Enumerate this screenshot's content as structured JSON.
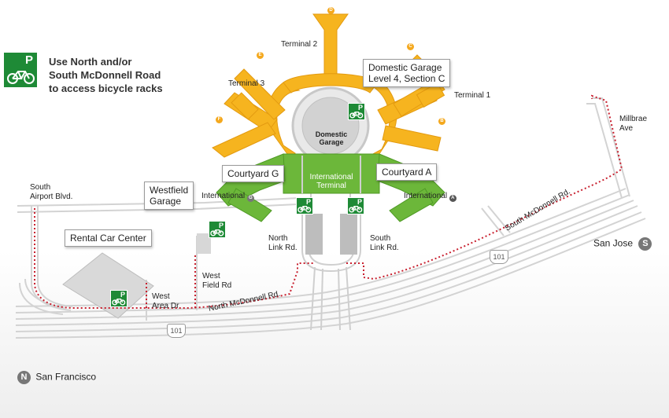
{
  "legend": {
    "line1": "Use North and/or",
    "line2": "South McDonnell Road",
    "line3": "to access bicycle racks",
    "icon": "bike-parking-icon"
  },
  "terminals": {
    "t1": "Terminal 1",
    "t2": "Terminal 2",
    "t3": "Terminal 3",
    "intl": "International Terminal",
    "intl_left": "International",
    "intl_right": "International",
    "intl_left_badge": "G",
    "intl_right_badge": "A"
  },
  "gates": [
    "D",
    "C",
    "E",
    "F",
    "B"
  ],
  "domestic_garage": {
    "line1": "Domestic",
    "line2": "Garage"
  },
  "callouts": {
    "domestic": {
      "line1": "Domestic Garage",
      "line2": "Level 4, Section C"
    },
    "courtyard_g": "Courtyard G",
    "courtyard_a": "Courtyard A",
    "westfield": {
      "line1": "Westfield",
      "line2": "Garage"
    },
    "rental": "Rental Car Center"
  },
  "roads": {
    "south_airport": {
      "line1": "South",
      "line2": "Airport Blvd."
    },
    "millbrae": {
      "line1": "Millbrae",
      "line2": "Ave"
    },
    "north_link": {
      "line1": "North",
      "line2": "Link Rd."
    },
    "south_link": {
      "line1": "South",
      "line2": "Link Rd."
    },
    "west_field": {
      "line1": "West",
      "line2": "Field Rd"
    },
    "west_area": {
      "line1": "West",
      "line2": "Area Dr"
    },
    "north_mcdonnell": "North McDonnell Rd.",
    "south_mcdonnell": "South McDonnell Rd."
  },
  "highway": {
    "left": "101",
    "right": "101"
  },
  "directions": {
    "san_jose": {
      "label": "San Jose",
      "badge": "S"
    },
    "san_francisco": {
      "label": "San Francisco",
      "badge": "N"
    }
  },
  "parking_symbol": "P",
  "colors": {
    "terminal": "#f6b41f",
    "international": "#6cb73a",
    "bike_parking": "#1e8a36",
    "bike_route": "#c8202f",
    "road": "#cfcfcf"
  }
}
